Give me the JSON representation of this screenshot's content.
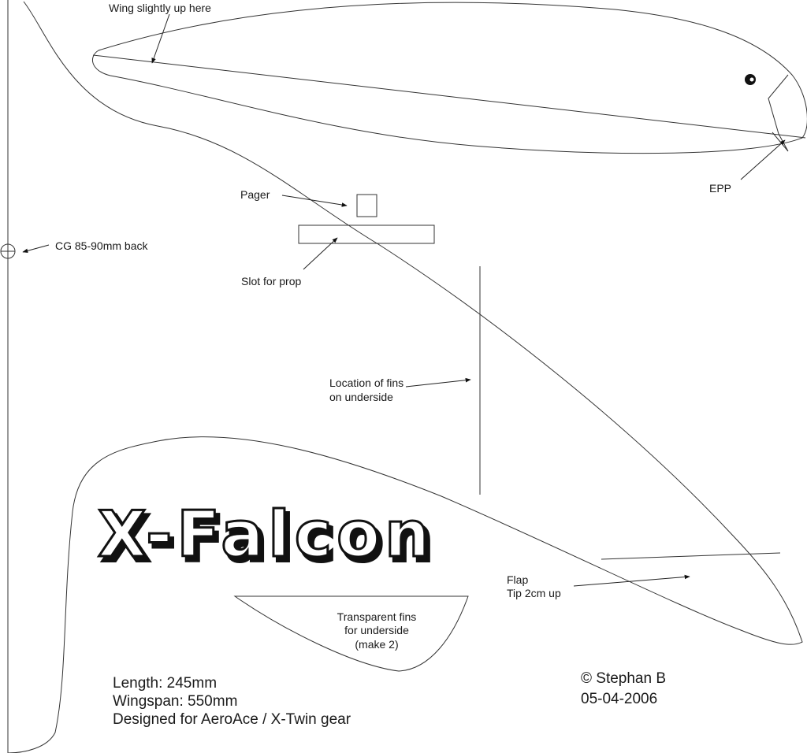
{
  "labels": {
    "wing_up": "Wing slightly up here",
    "epp": "EPP",
    "pager": "Pager",
    "slot": "Slot for prop",
    "cg": "CG 85-90mm back",
    "fins_location_1": "Location of fins",
    "fins_location_2": "on underside",
    "flap_1": "Flap",
    "flap_2": "Tip 2cm up",
    "fins_1": "Transparent fins",
    "fins_2": "for underside",
    "fins_3": "(make 2)"
  },
  "logo": {
    "text": "X-Falcon"
  },
  "specs": {
    "length": "Length: 245mm",
    "wingspan": "Wingspan:  550mm",
    "designed_for": "Designed for AeroAce / X-Twin gear"
  },
  "credit": {
    "author": "© Stephan B",
    "date": "05-04-2006"
  },
  "colors": {
    "line": "#333333",
    "logo_fill": "#ffffff",
    "logo_shadow": "#111111"
  }
}
